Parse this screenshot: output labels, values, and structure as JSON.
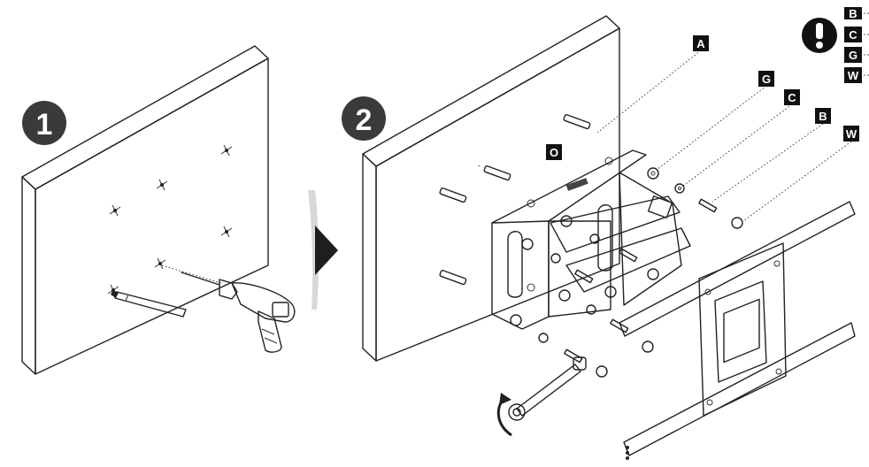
{
  "steps": {
    "step1": "1",
    "step2": "2"
  },
  "parts": {
    "a": "A",
    "g": "G",
    "c": "C",
    "b": "B",
    "w": "W",
    "o": "O"
  },
  "notice": {
    "icon": "exclamation-icon",
    "legend": [
      "B",
      "C",
      "G",
      "W"
    ]
  },
  "colors": {
    "badge": "#3a3a3a",
    "label_bg": "#111111",
    "arrow": "#1e1e1e"
  }
}
